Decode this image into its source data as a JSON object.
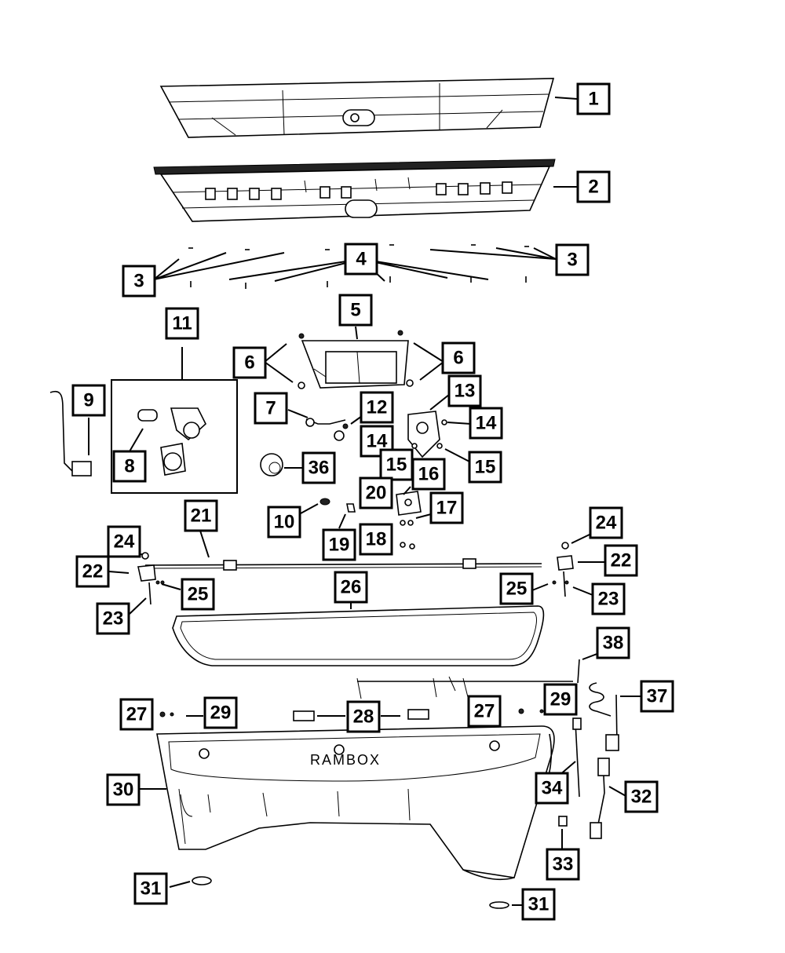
{
  "diagram": {
    "emblem_text": "RAMBOX",
    "callout_numbers": [
      "1",
      "2",
      "3",
      "4",
      "5",
      "6",
      "7",
      "8",
      "9",
      "10",
      "11",
      "12",
      "13",
      "14",
      "15",
      "16",
      "17",
      "18",
      "19",
      "20",
      "21",
      "22",
      "23",
      "24",
      "25",
      "26",
      "27",
      "28",
      "29",
      "30",
      "31",
      "32",
      "33",
      "34",
      "36",
      "37",
      "38"
    ]
  },
  "colors": {
    "ink": "#000000",
    "paper": "#ffffff"
  }
}
